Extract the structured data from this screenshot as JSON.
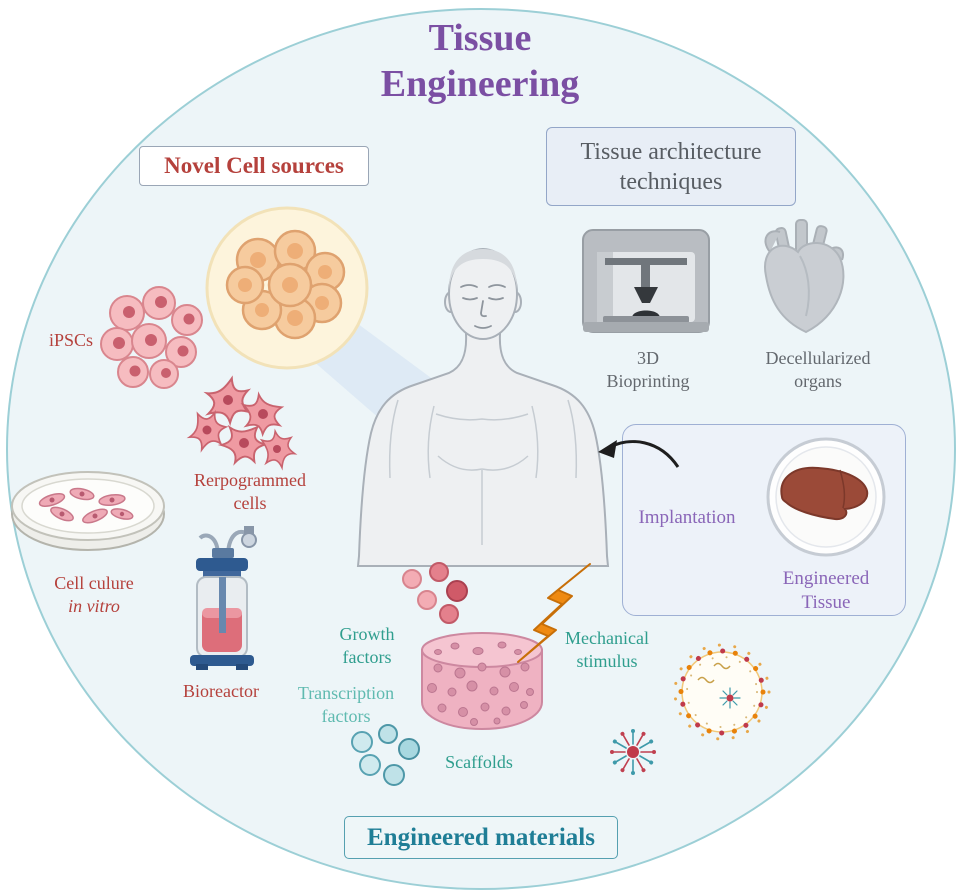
{
  "title": {
    "line1": "Tissue",
    "line2": "Engineering"
  },
  "boxes": {
    "novel_cell_sources": "Novel Cell sources",
    "tissue_architecture": {
      "line1": "Tissue architecture",
      "line2": "techniques"
    },
    "engineered_materials": "Engineered materials"
  },
  "labels": {
    "ipscs": "iPSCs",
    "reprogrammed": {
      "line1": "Rerpogrammed",
      "line2": "cells"
    },
    "cell_culture": {
      "line1": "Cell culure",
      "line2": "in vitro"
    },
    "bioreactor": "Bioreactor",
    "bioprinting": {
      "line1": "3D",
      "line2": "Bioprinting"
    },
    "decellularized": {
      "line1": "Decellularized",
      "line2": "organs"
    },
    "implantation": "Implantation",
    "engineered_tissue": {
      "line1": "Engineered",
      "line2": "Tissue"
    },
    "growth_factors": {
      "line1": "Growth",
      "line2": "factors"
    },
    "transcription_factors": {
      "line1": "Transcription",
      "line2": "factors"
    },
    "scaffolds": "Scaffolds",
    "mechanical_stimulus": {
      "line1": "Mechanical",
      "line2": "stimulus"
    }
  },
  "colors": {
    "title_purple": "#7b4fa3",
    "label_red": "#b5413c",
    "label_teal": "#2f9e8e",
    "label_teal_light": "#5fbab0",
    "label_purple": "#8a66b8",
    "label_gray": "#63686e",
    "materials_teal": "#1f7e96",
    "circle_fill": "#edf5f8",
    "circle_border": "#9ccfd6",
    "panel_fill": "#edf2f9",
    "panel_border": "#9fb0d4",
    "bolt_orange": "#ef8a12",
    "scaffold_pink": "#efb2c2"
  }
}
